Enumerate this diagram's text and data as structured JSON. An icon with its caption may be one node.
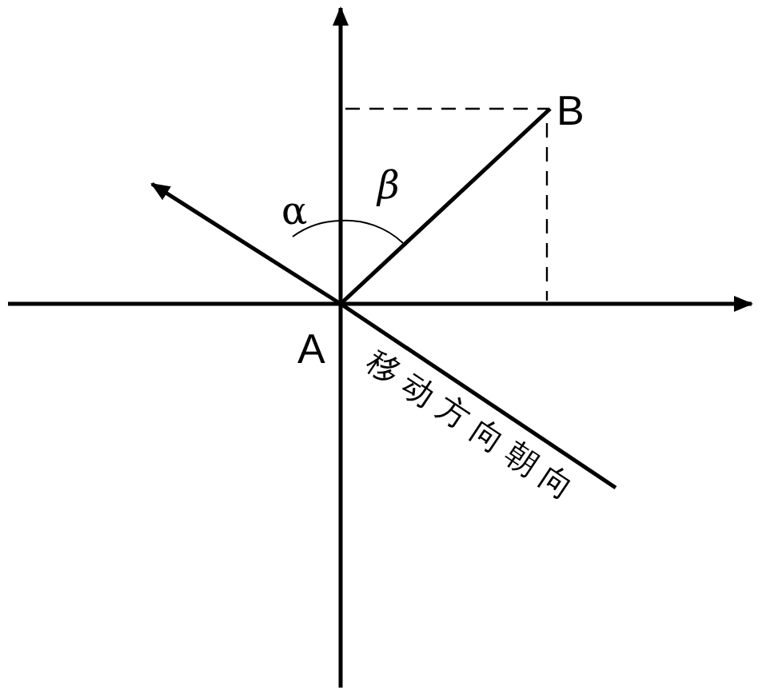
{
  "diagram": {
    "nodes": [
      {
        "text": [
          "A"
        ]
      },
      {
        "text": [
          "B"
        ]
      }
    ],
    "edges": [
      {
        "from": 0,
        "to": 1,
        "arrow": "none"
      },
      {
        "from": 0,
        "to": null,
        "arrow": "to"
      },
      {
        "from": 0,
        "to": null,
        "arrow": "none",
        "label": "移动方向朝向"
      }
    ],
    "labels": [
      "α",
      "β"
    ]
  }
}
